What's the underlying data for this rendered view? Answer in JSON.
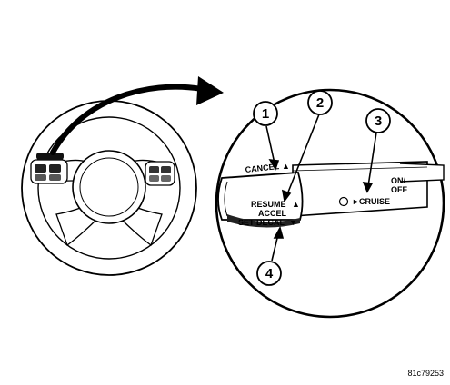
{
  "callouts": [
    {
      "number": "1",
      "target": "CANCEL"
    },
    {
      "number": "2",
      "target": "RESUME ACCEL"
    },
    {
      "number": "3",
      "target": "CRUISE"
    },
    {
      "number": "4",
      "target": "SET DECAL"
    }
  ],
  "lever_labels": {
    "cancel": "CANCEL",
    "resume": "RESUME",
    "accel": "ACCEL",
    "set_decal": "SET DECAL",
    "cruise": "CRUISE",
    "on": "ON/",
    "off": "OFF"
  },
  "figure_ref": "81c79253",
  "icons": {
    "up_arrow": "▲",
    "down_arrow": "▼",
    "cruise_arrow": "►"
  }
}
